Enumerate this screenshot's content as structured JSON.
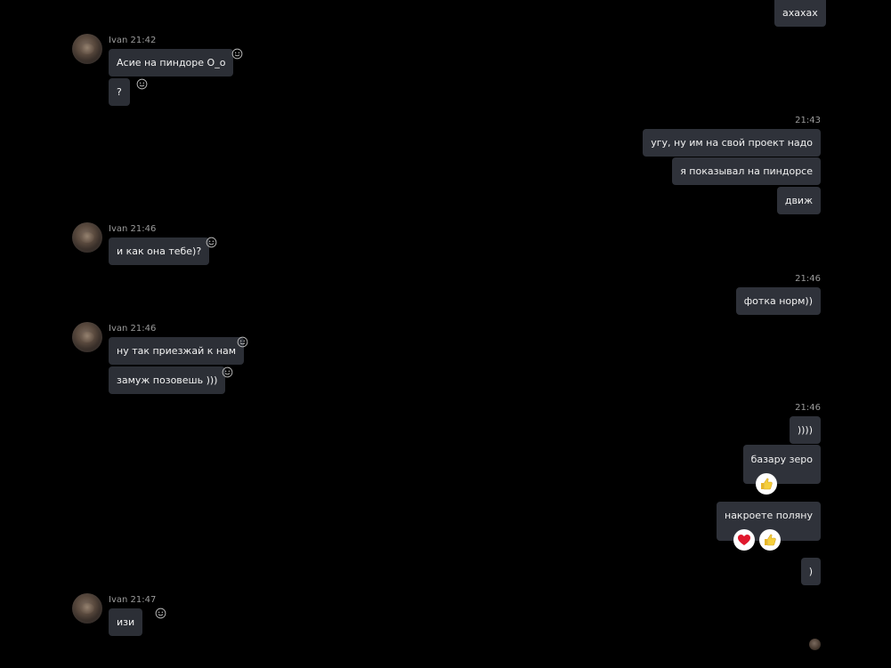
{
  "messages": {
    "out_0": {
      "text": "ахахах"
    },
    "in_1": {
      "sender": "Ivan",
      "time": "21:42",
      "text1": "Асие на пиндоре О_о",
      "text2": "?"
    },
    "out_1": {
      "time": "21:43",
      "text1": "угу, ну им на свой проект надо",
      "text2": "я показывал на пиндорсе",
      "text3": "движ"
    },
    "in_2": {
      "sender": "Ivan",
      "time": "21:46",
      "text1": "и как она тебе)?"
    },
    "out_2": {
      "time": "21:46",
      "text1": "фотка норм))"
    },
    "in_3": {
      "sender": "Ivan",
      "time": "21:46",
      "text1": "ну так приезжай к нам",
      "text2": "замуж позовешь )))"
    },
    "out_3": {
      "time": "21:46",
      "text1": "))))",
      "text2": "базару зеро",
      "text3": "накроете поляну",
      "text4": ")",
      "reactions2": [
        "thumbs-up"
      ],
      "reactions3": [
        "heart",
        "thumbs-up"
      ]
    },
    "in_4": {
      "sender": "Ivan",
      "time": "21:47",
      "text1": "изи"
    }
  },
  "colors": {
    "background": "#000000",
    "bubble": "#2c2f36",
    "meta_text": "#9a9a9a",
    "heart": "#e0182d",
    "thumb": "#f2c230"
  }
}
